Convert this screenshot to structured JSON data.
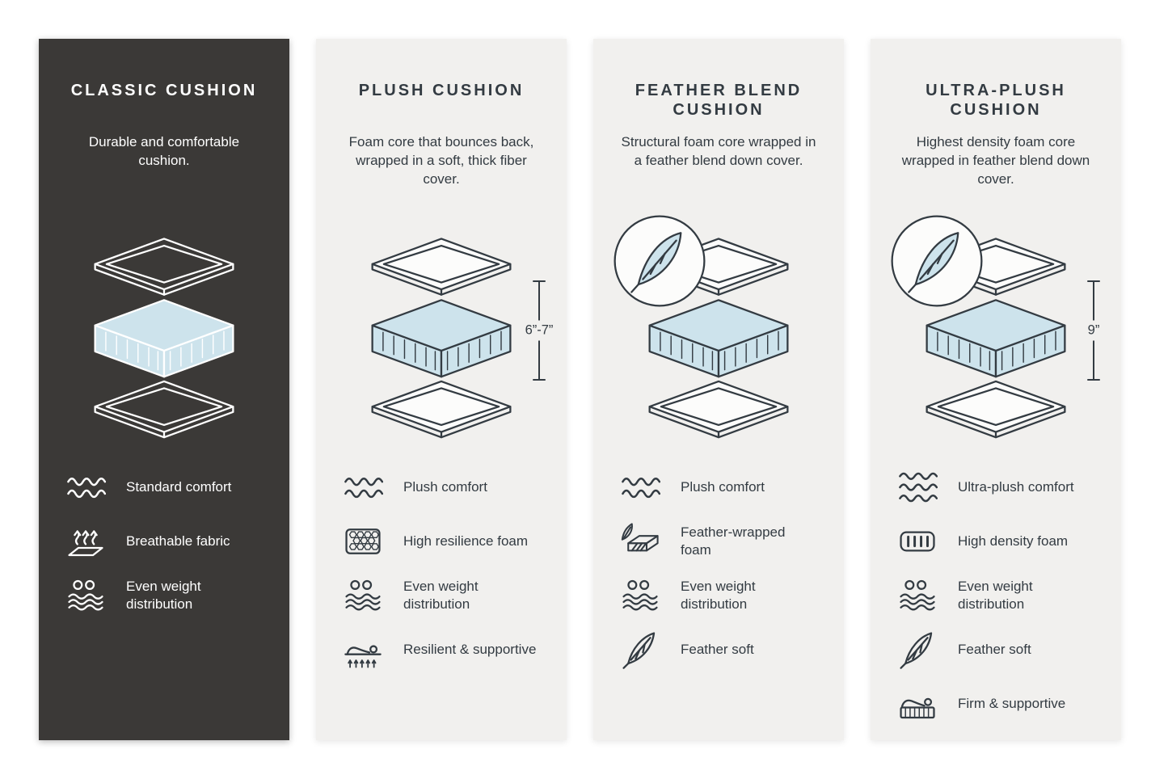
{
  "colors": {
    "background": "#ffffff",
    "dark_panel": "#3b3937",
    "light_panel": "#f1f0ee",
    "foam_blue": "#cde3ec",
    "text_dark": "#333b42",
    "text_light": "#ffffff"
  },
  "columns": [
    {
      "id": "classic",
      "theme": "dark",
      "title": "CLASSIC CUSHION",
      "description": "Durable and comfortable cushion.",
      "illustration": "layered-cushion-diagram",
      "features": [
        {
          "icon": "waves-icon",
          "label": "Standard comfort"
        },
        {
          "icon": "breathable-fabric-icon",
          "label": "Breathable fabric"
        },
        {
          "icon": "even-weight-icon",
          "label": "Even weight distribution"
        }
      ]
    },
    {
      "id": "plush",
      "theme": "light",
      "title": "PLUSH CUSHION",
      "description": "Foam core that bounces back, wrapped in a soft, thick fiber cover.",
      "illustration": "layered-cushion-diagram",
      "dimension": "6”-7”",
      "features": [
        {
          "icon": "waves-icon",
          "label": "Plush comfort"
        },
        {
          "icon": "honeycomb-foam-icon",
          "label": "High resilience foam"
        },
        {
          "icon": "even-weight-icon",
          "label": "Even weight distribution"
        },
        {
          "icon": "resilient-supportive-icon",
          "label": "Resilient & supportive"
        }
      ]
    },
    {
      "id": "feather-blend",
      "theme": "light",
      "title": "FEATHER BLEND CUSHION",
      "description": "Structural foam core wrapped in a feather blend down cover.",
      "illustration": "layered-cushion-diagram",
      "badge_icon": "feather-icon",
      "features": [
        {
          "icon": "waves-icon",
          "label": "Plush comfort"
        },
        {
          "icon": "feather-wrapped-foam-icon",
          "label": "Feather-wrapped foam"
        },
        {
          "icon": "even-weight-icon",
          "label": "Even weight distribution"
        },
        {
          "icon": "feather-icon",
          "label": "Feather soft"
        }
      ]
    },
    {
      "id": "ultra-plush",
      "theme": "light",
      "title": "ULTRA-PLUSH CUSHION",
      "description": "Highest density foam core wrapped in feather blend down cover.",
      "illustration": "layered-cushion-diagram",
      "badge_icon": "feather-icon",
      "dimension": "9”",
      "features": [
        {
          "icon": "triple-waves-icon",
          "label": "Ultra-plush comfort"
        },
        {
          "icon": "high-density-foam-icon",
          "label": "High density foam"
        },
        {
          "icon": "even-weight-icon",
          "label": "Even weight distribution"
        },
        {
          "icon": "feather-icon",
          "label": "Feather soft"
        },
        {
          "icon": "firm-supportive-icon",
          "label": "Firm & supportive"
        }
      ]
    }
  ]
}
